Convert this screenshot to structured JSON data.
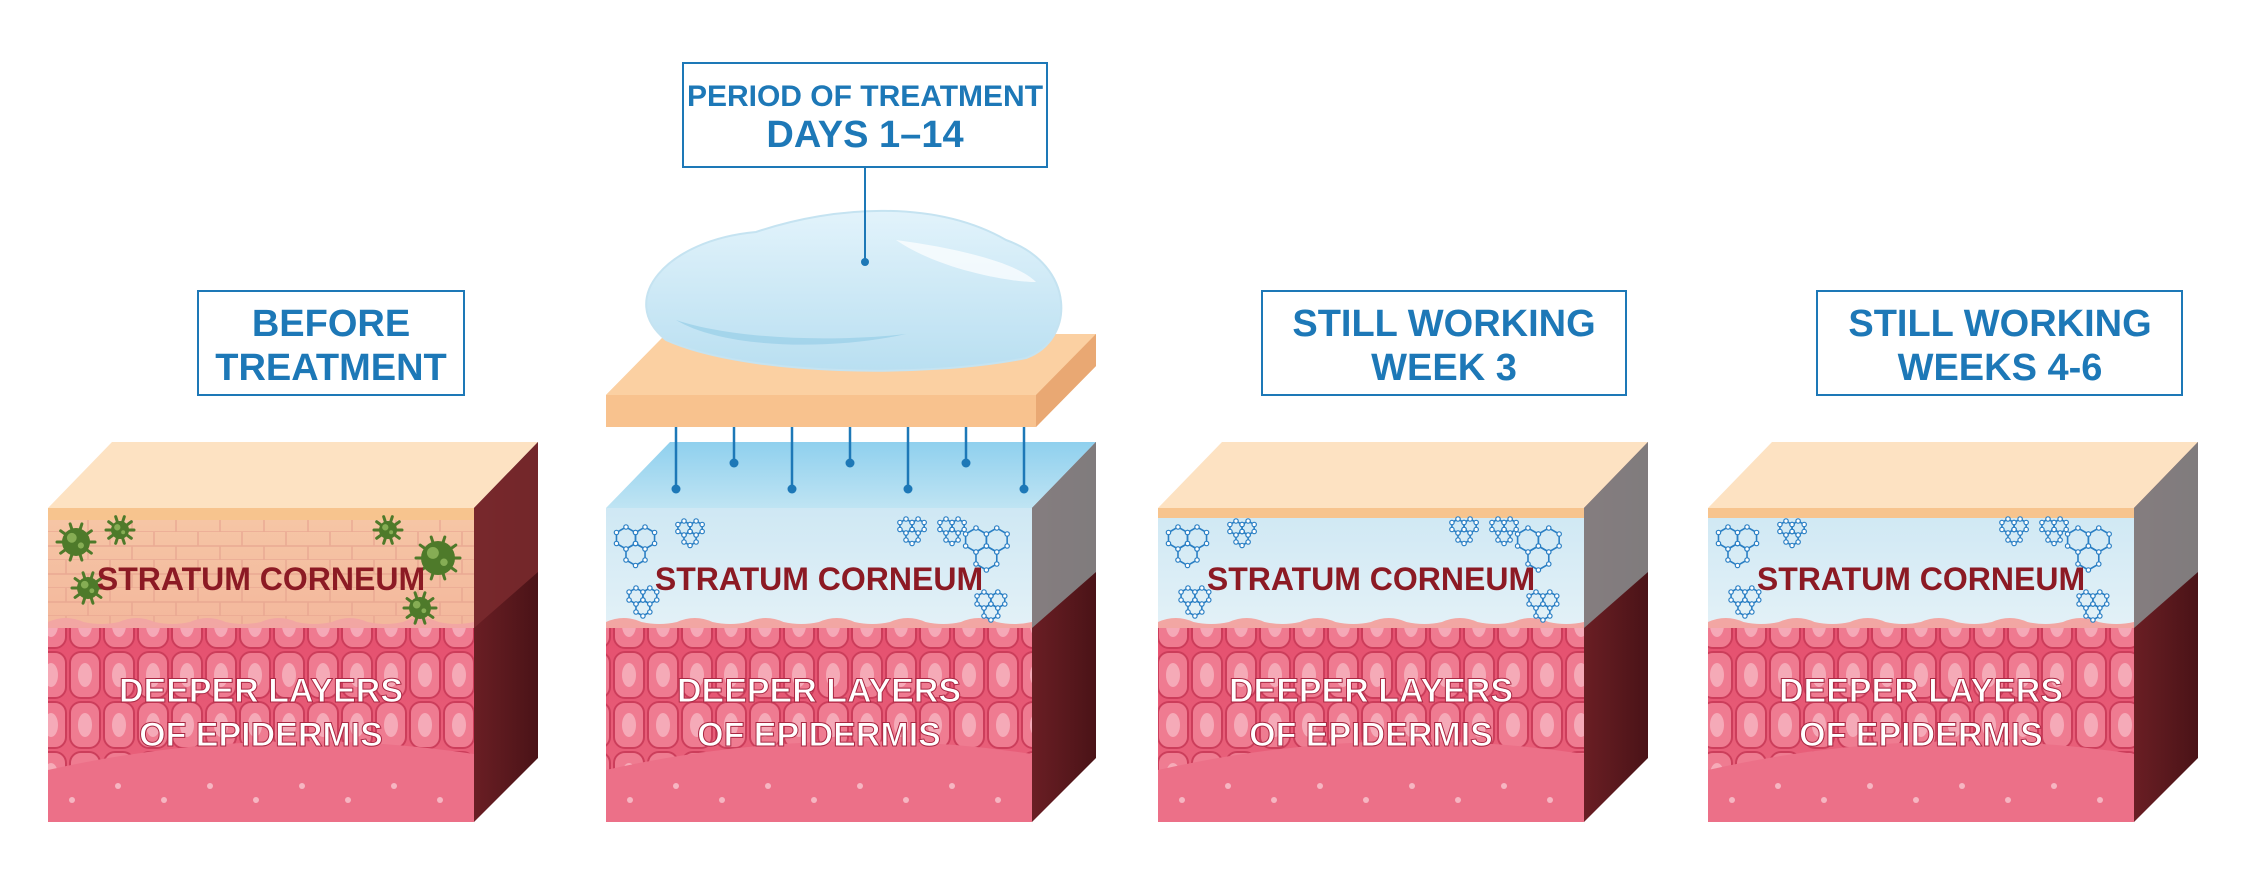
{
  "colors": {
    "label_blue": "#1d78b7",
    "label_red": "#8c1a24",
    "skin_top": "#fbd2a0",
    "epidermis_pink": "#e64d6c",
    "side_dark": "#5a1a1e",
    "gel_blue": "#cfe9f6",
    "molecule_blue": "#2a7fc4",
    "bacteria_green": "#4e7a2a"
  },
  "callout": {
    "line1": "PERIOD OF TREATMENT",
    "line2": "DAYS 1–14"
  },
  "panels": [
    {
      "id": "before",
      "title_line1": "BEFORE",
      "title_line2": "TREATMENT",
      "top_label": "STRATUM CORNEUM",
      "bottom_line1": "DEEPER LAYERS",
      "bottom_line2": "OF EPIDERMIS",
      "state": "bacteria"
    },
    {
      "id": "treatment",
      "title_line1": "",
      "title_line2": "",
      "top_label": "STRATUM CORNEUM",
      "bottom_line1": "DEEPER LAYERS",
      "bottom_line2": "OF EPIDERMIS",
      "state": "applying"
    },
    {
      "id": "week3",
      "title_line1": "STILL WORKING",
      "title_line2": "WEEK 3",
      "top_label": "STRATUM CORNEUM",
      "bottom_line1": "DEEPER LAYERS",
      "bottom_line2": "OF EPIDERMIS",
      "state": "molecules"
    },
    {
      "id": "weeks4-6",
      "title_line1": "STILL WORKING",
      "title_line2": "WEEKS 4-6",
      "top_label": "STRATUM CORNEUM",
      "bottom_line1": "DEEPER LAYERS",
      "bottom_line2": "OF EPIDERMIS",
      "state": "molecules"
    }
  ]
}
